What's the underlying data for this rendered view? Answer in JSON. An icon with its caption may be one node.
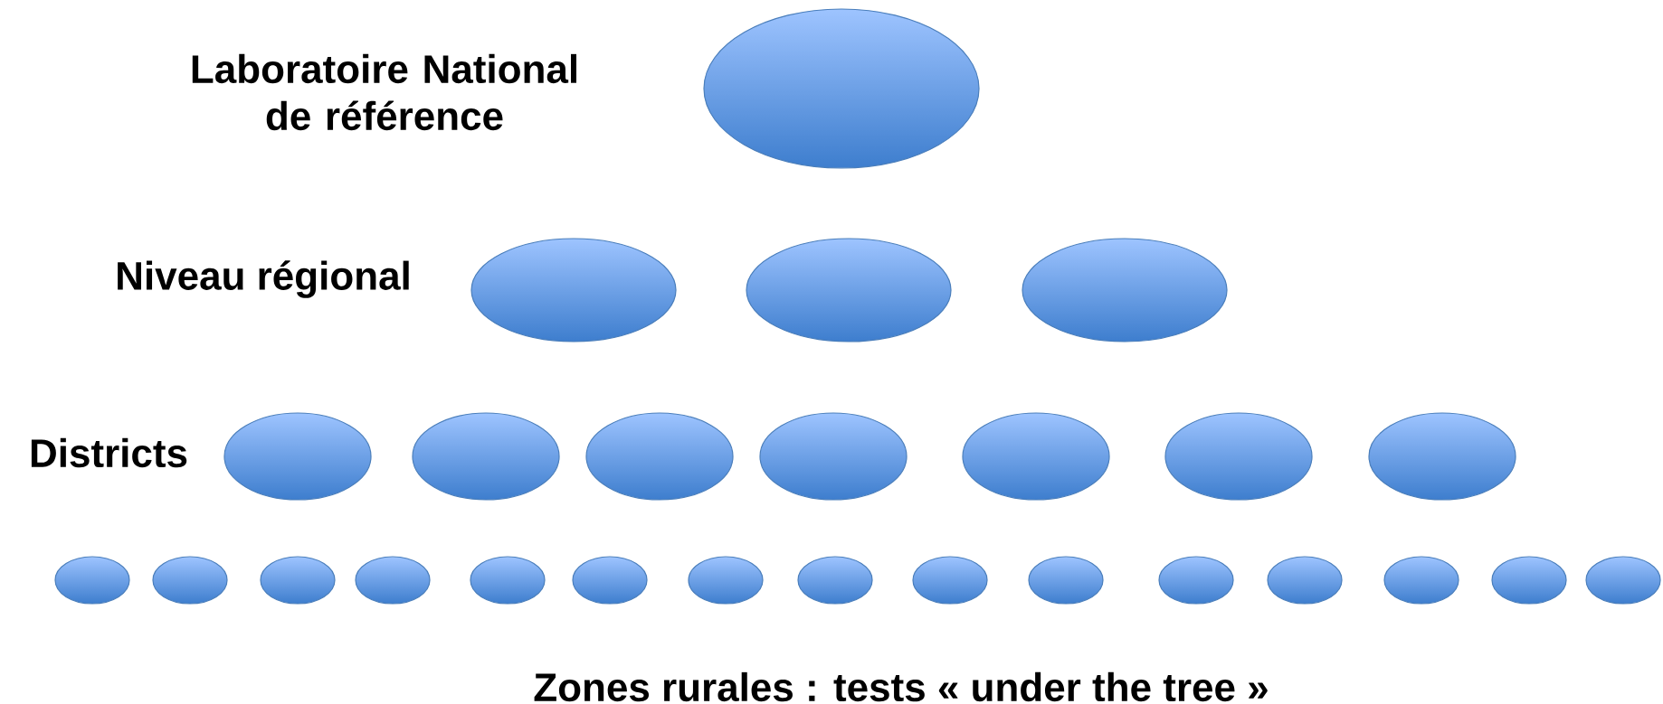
{
  "diagram": {
    "nodes": [
      {
        "text": [],
        "shape": "ellipse"
      },
      {
        "text": [],
        "shape": "ellipse"
      },
      {
        "text": [],
        "shape": "ellipse"
      },
      {
        "text": [],
        "shape": "ellipse"
      },
      {
        "text": [],
        "shape": "ellipse"
      },
      {
        "text": [],
        "shape": "ellipse"
      },
      {
        "text": [],
        "shape": "ellipse"
      },
      {
        "text": [],
        "shape": "ellipse"
      },
      {
        "text": [],
        "shape": "ellipse"
      },
      {
        "text": [],
        "shape": "ellipse"
      },
      {
        "text": [],
        "shape": "ellipse"
      },
      {
        "text": [],
        "shape": "ellipse"
      },
      {
        "text": [],
        "shape": "ellipse"
      },
      {
        "text": [],
        "shape": "ellipse"
      },
      {
        "text": [],
        "shape": "ellipse"
      },
      {
        "text": [],
        "shape": "ellipse"
      },
      {
        "text": [],
        "shape": "ellipse"
      },
      {
        "text": [],
        "shape": "ellipse"
      },
      {
        "text": [],
        "shape": "ellipse"
      },
      {
        "text": [],
        "shape": "ellipse"
      },
      {
        "text": [],
        "shape": "ellipse"
      },
      {
        "text": [],
        "shape": "ellipse"
      },
      {
        "text": [],
        "shape": "ellipse"
      },
      {
        "text": [],
        "shape": "ellipse"
      },
      {
        "text": [],
        "shape": "ellipse"
      },
      {
        "text": [],
        "shape": "ellipse"
      }
    ],
    "labels": [
      "Laboratoire National de référence",
      "Niveau régional",
      "Districts",
      "Zones rurales : tests « under the tree »"
    ]
  }
}
